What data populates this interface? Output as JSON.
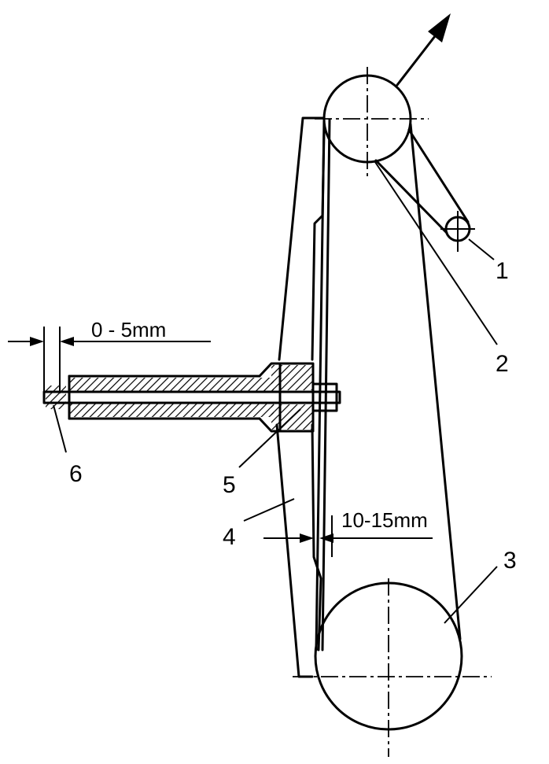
{
  "labels": {
    "l1": "1",
    "l2": "2",
    "l3": "3",
    "l4": "4",
    "l5": "5",
    "l6": "6"
  },
  "dimensions": {
    "gap_top": "0 - 5mm",
    "gap_belt": "10-15mm"
  }
}
